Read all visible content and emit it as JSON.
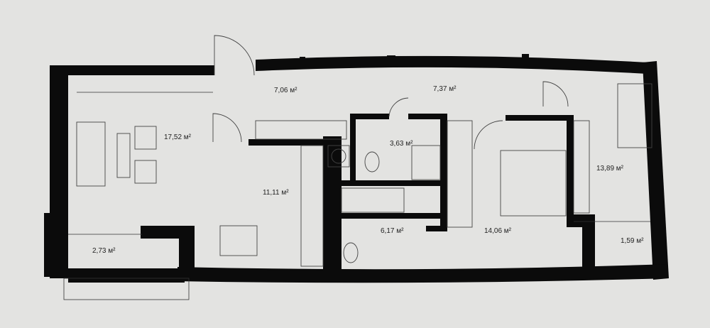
{
  "plan": {
    "rooms": [
      {
        "id": "hall-left",
        "area": "7,06 м²"
      },
      {
        "id": "hall-right",
        "area": "7,37 м²"
      },
      {
        "id": "living-room",
        "area": "17,52 м²"
      },
      {
        "id": "wc",
        "area": "3,63 м²"
      },
      {
        "id": "kitchen",
        "area": "11,11 м²"
      },
      {
        "id": "bedroom-right",
        "area": "13,89 м²"
      },
      {
        "id": "bathroom",
        "area": "6,17 м²"
      },
      {
        "id": "bedroom-middle",
        "area": "14,06 м²"
      },
      {
        "id": "balcony",
        "area": "2,73 м²"
      },
      {
        "id": "loggia",
        "area": "1,59 м²"
      }
    ]
  },
  "colors": {
    "background": "#e3e3e1",
    "wall": "#0b0b0b"
  }
}
